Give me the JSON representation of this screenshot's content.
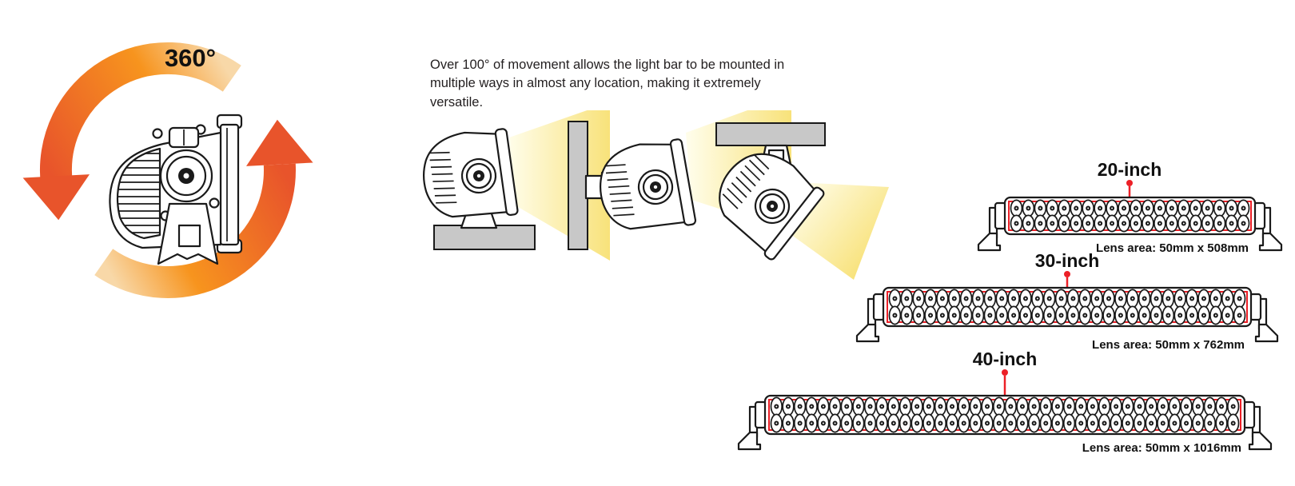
{
  "rotation_diagram": {
    "degrees_label": "360°"
  },
  "movement_note": "Over 100° of movement allows the light bar to be mounted in multiple ways in almost any location, making it extremely versatile.",
  "mount_illustrations": [
    {
      "name": "surface-mount"
    },
    {
      "name": "wall-mount"
    },
    {
      "name": "ceiling-mount"
    }
  ],
  "light_bars": [
    {
      "label": "20-inch",
      "lens_area": "Lens area: 50mm x 508mm",
      "rows": 2,
      "leds_per_row": 20
    },
    {
      "label": "30-inch",
      "lens_area": "Lens area: 50mm x 762mm",
      "rows": 2,
      "leds_per_row": 30
    },
    {
      "label": "40-inch",
      "lens_area": "Lens area: 50mm x 1016mm",
      "rows": 2,
      "leds_per_row": 40
    }
  ],
  "colors": {
    "orange": "#F7941E",
    "arrow_red": "#E8542B",
    "peach": "#F8D8A8",
    "accent_red": "#EC2027",
    "beam_yellow": "#F8E27A",
    "beam_pale": "#FFFDE9",
    "mount_gray": "#C8C8C8",
    "line": "#1A1A1A"
  }
}
